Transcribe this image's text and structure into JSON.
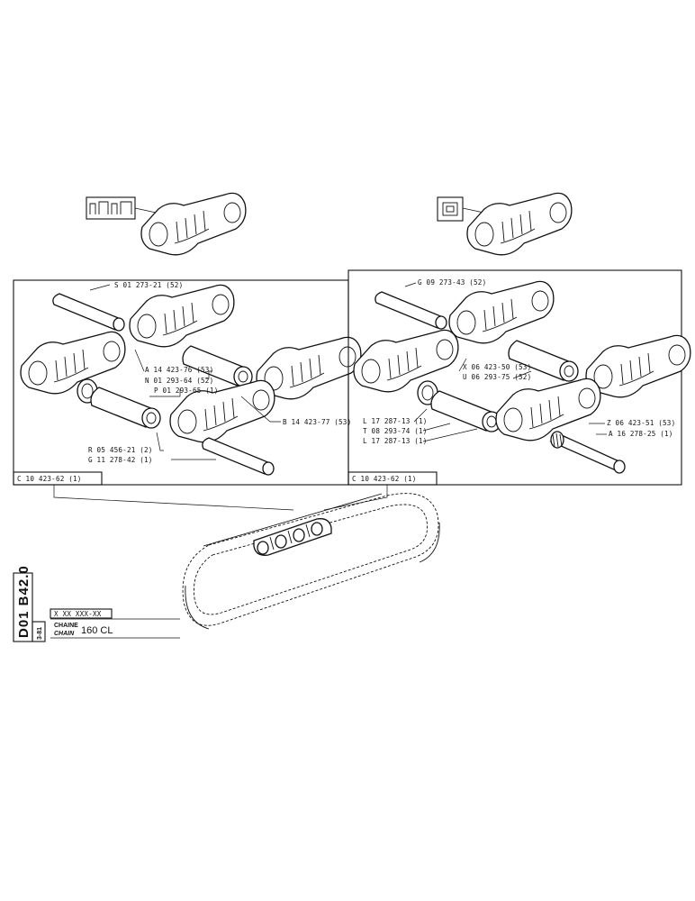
{
  "left_panel": {
    "labels": [
      "S 01 273-21 (52)",
      "A 14 423-76 (53)",
      "N 01 293-64 (52)",
      "P 01 293-65 (1)",
      "B 14 423-77 (53)",
      "R 05 456-21 (2)",
      "G 11 278-42 (1)"
    ],
    "ref": "C 10 423-62 (1)"
  },
  "right_panel": {
    "labels": [
      "G 09 273-43 (52)",
      "X 06 423-50 (53)",
      "U 06 293-75 (52)",
      "L 17 287-13 (1)",
      "T 08 293-74 (1)",
      "L 17 287-13 (1)",
      "Z 06 423-51 (53)",
      "A 16 278-25 (1)"
    ],
    "ref": "C 10 423-62 (1)"
  },
  "title_block": {
    "code": "X XX XXX-XX",
    "name_fr": "CHAINE",
    "name_en": "CHAIN",
    "model": "160 CL",
    "date": "3-81",
    "page": "D01 B42.0"
  }
}
